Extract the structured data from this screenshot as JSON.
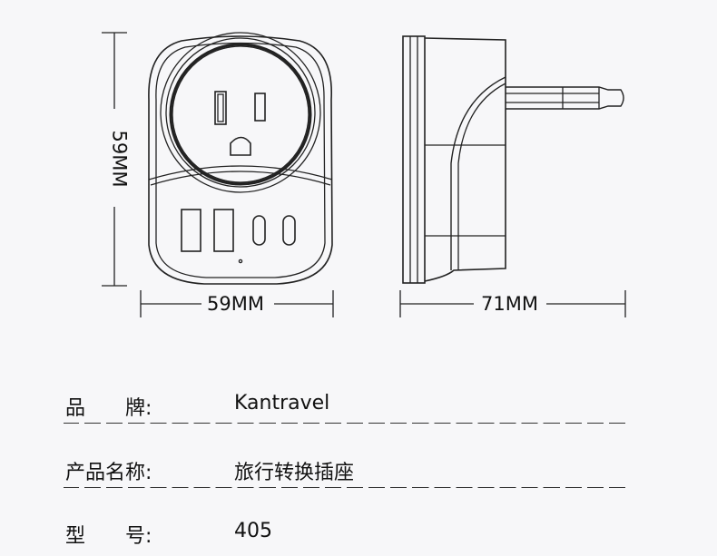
{
  "dimensions": {
    "front_height": "59MM",
    "front_width": "59MM",
    "side_depth": "71MM"
  },
  "specs": [
    {
      "label": "品　　牌:",
      "value": "Kantravel"
    },
    {
      "label": "产品名称:",
      "value": "旅行转换插座"
    },
    {
      "label": "型　　号:",
      "value": "405"
    }
  ]
}
